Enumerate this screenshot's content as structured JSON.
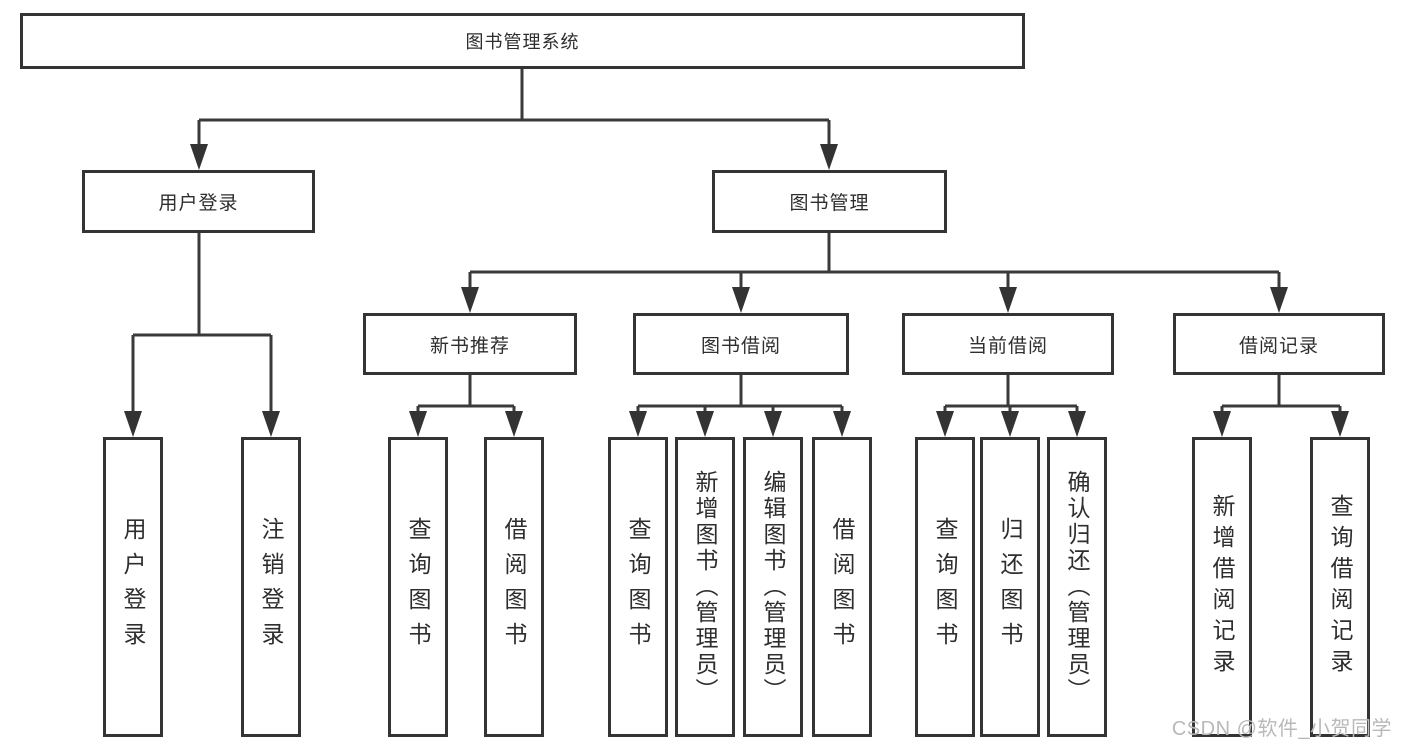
{
  "colors": {
    "line": "#3a3a3a",
    "box_border": "#343434",
    "text": "#2e2e2e",
    "watermark": "#b9b9b9"
  },
  "root": {
    "label": "图书管理系统"
  },
  "user_login": {
    "label": "用户登录",
    "children": [
      {
        "label": "用户登录"
      },
      {
        "label": "注销登录"
      }
    ]
  },
  "book_mgmt": {
    "label": "图书管理",
    "sections": [
      {
        "label": "新书推荐",
        "children": [
          {
            "label": "查询图书"
          },
          {
            "label": "借阅图书"
          }
        ]
      },
      {
        "label": "图书借阅",
        "children": [
          {
            "label": "查询图书"
          },
          {
            "label": "新增图书（管理员）"
          },
          {
            "label": "编辑图书（管理员）"
          },
          {
            "label": "借阅图书"
          }
        ]
      },
      {
        "label": "当前借阅",
        "children": [
          {
            "label": "查询图书"
          },
          {
            "label": "归还图书"
          },
          {
            "label": "确认归还（管理员）"
          }
        ]
      },
      {
        "label": "借阅记录",
        "children": [
          {
            "label": "新增借阅记录"
          },
          {
            "label": "查询借阅记录"
          }
        ]
      }
    ]
  },
  "watermark": "CSDN @软件_小贺同学"
}
